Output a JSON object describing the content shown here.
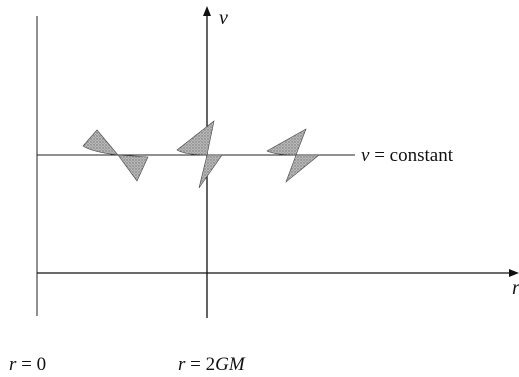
{
  "axes": {
    "v_label": "v",
    "r_label": "r"
  },
  "line_label": {
    "var": "v",
    "rest": " = constant"
  },
  "positions": {
    "r0": {
      "var": "r",
      "rest": " = 0"
    },
    "horizon": {
      "var": "r",
      "rest": " = 2",
      "italic_part": "GM"
    }
  },
  "colors": {
    "ink": "#111111",
    "cone_fill": "#9a9a9a"
  }
}
